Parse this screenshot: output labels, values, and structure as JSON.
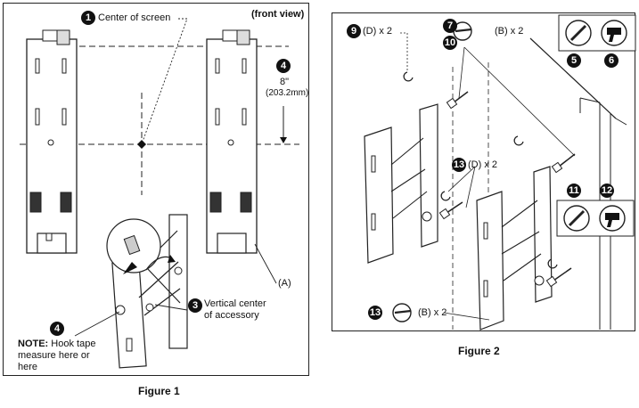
{
  "figure1": {
    "caption": "Figure 1",
    "view_label": "(front view)",
    "callouts": [
      {
        "number": "1",
        "text": "Center of screen"
      },
      {
        "number": "4",
        "text": "8\""
      },
      {
        "number": "3",
        "text": "Vertical center"
      },
      {
        "number": "4",
        "text": ""
      }
    ],
    "measure_sub": "(203.2mm)",
    "callout3_line2": "of accessory",
    "part_label": "(A)",
    "note_label": "NOTE:",
    "note_text_line1": " Hook tape",
    "note_text_line2": "measure here or",
    "note_text_line3": "here"
  },
  "figure2": {
    "caption": "Figure 2",
    "callouts": [
      {
        "number": "9",
        "text": "(D) x 2"
      },
      {
        "number": "7",
        "text": "(B) x 2"
      },
      {
        "number": "10",
        "text": ""
      },
      {
        "number": "5",
        "text": ""
      },
      {
        "number": "6",
        "text": ""
      },
      {
        "number": "13",
        "text": "(D) x 2"
      },
      {
        "number": "11",
        "text": ""
      },
      {
        "number": "12",
        "text": ""
      },
      {
        "number": "13",
        "text": "(B) x 2"
      }
    ],
    "icons": [
      "pencil-icon",
      "drill-icon",
      "pencil-icon",
      "drill-icon",
      "torque-wrench-icon"
    ]
  }
}
